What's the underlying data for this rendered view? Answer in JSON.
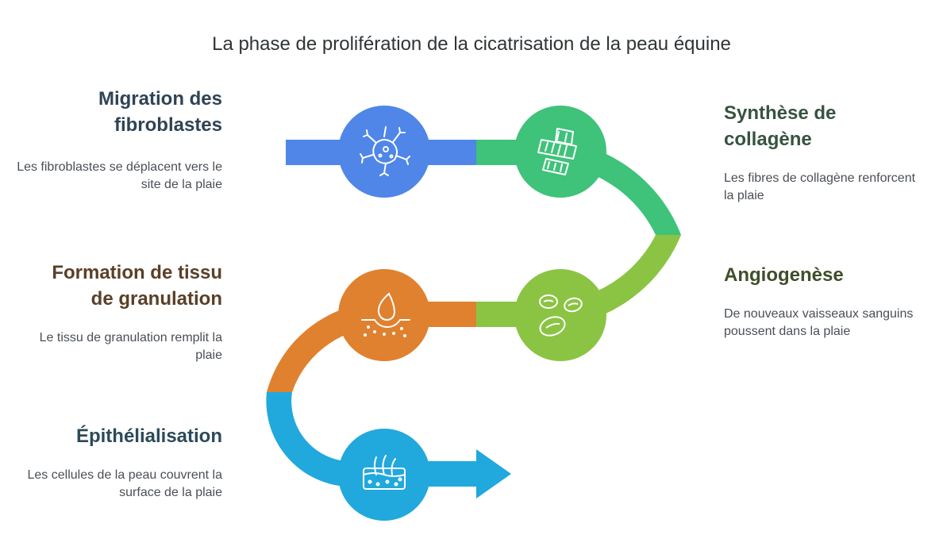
{
  "title": "La phase de prolifération de la cicatrisation de la peau équine",
  "steps": [
    {
      "title": "Migration des fibroblastes",
      "title_lines": [
        "Migration des",
        "fibroblastes"
      ],
      "description": "Les fibroblastes se déplacent vers le site de la plaie",
      "icon": "fibroblast-cell-icon",
      "color": "#4f86e8"
    },
    {
      "title": "Synthèse de collagène",
      "title_lines": [
        "Synthèse de",
        "collagène"
      ],
      "description": "Les fibres de collagène renforcent la plaie",
      "icon": "collagen-fibers-icon",
      "color": "#3fc27a"
    },
    {
      "title": "Angiogenèse",
      "title_lines": [
        "Angiogenèse"
      ],
      "description": "De nouveaux vaisseaux sanguins poussent dans la plaie",
      "icon": "blood-cells-icon",
      "color": "#8bc443"
    },
    {
      "title": "Formation de tissu de granulation",
      "title_lines": [
        "Formation de tissu",
        "de granulation"
      ],
      "description": "Le tissu de granulation remplit la plaie",
      "icon": "skin-droplet-icon",
      "color": "#e0812f"
    },
    {
      "title": "Épithélialisation",
      "title_lines": [
        "Épithélialisation"
      ],
      "description": "Les cellules de la peau couvrent la surface de la plaie",
      "icon": "skin-layer-icon",
      "color": "#21a8dd"
    }
  ]
}
